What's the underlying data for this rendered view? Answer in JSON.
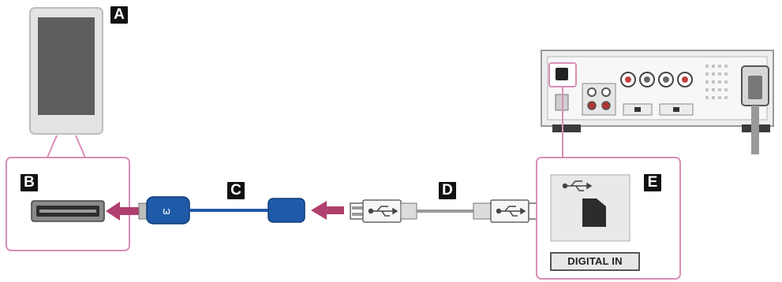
{
  "labels": {
    "a": "A",
    "b": "B",
    "c": "C",
    "d": "D",
    "e": "E"
  },
  "port_label": "DIGITAL IN",
  "colors": {
    "callout": "#d98fb5",
    "arrow": "#b0406e",
    "cable_blue": "#1f5aa8",
    "cable_grey": "#9a9a9a"
  },
  "icons": [
    "usb-icon",
    "walkman-logo-icon",
    "arrow-left-icon",
    "arrow-right-icon"
  ]
}
